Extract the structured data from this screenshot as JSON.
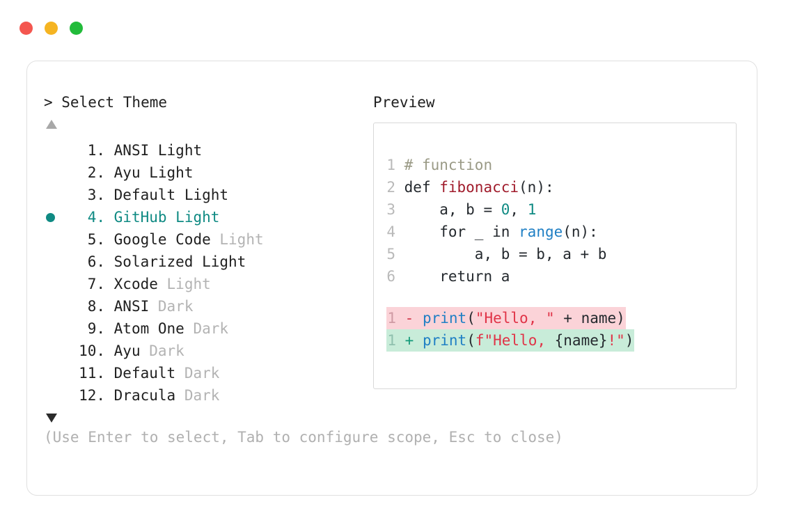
{
  "window": {
    "traffic_lights": [
      {
        "name": "close",
        "color": "#f4564f"
      },
      {
        "name": "minimize",
        "color": "#f5b422"
      },
      {
        "name": "maximize",
        "color": "#22bb3a"
      }
    ]
  },
  "left_panel": {
    "heading": "> Select Theme",
    "scroll_up_icon": "triangle-up-icon",
    "scroll_down_icon": "triangle-down-icon",
    "selected_index": 4,
    "accent_color": "#0f8a83",
    "items": [
      {
        "index": "1.",
        "name": "ANSI",
        "suffix": "Light",
        "suffix_dim": false,
        "selected": false
      },
      {
        "index": "2.",
        "name": "Ayu",
        "suffix": "Light",
        "suffix_dim": false,
        "selected": false
      },
      {
        "index": "3.",
        "name": "Default",
        "suffix": "Light",
        "suffix_dim": false,
        "selected": false
      },
      {
        "index": "4.",
        "name": "GitHub",
        "suffix": "Light",
        "suffix_dim": false,
        "selected": true
      },
      {
        "index": "5.",
        "name": "Google Code",
        "suffix": "Light",
        "suffix_dim": true,
        "selected": false
      },
      {
        "index": "6.",
        "name": "Solarized",
        "suffix": "Light",
        "suffix_dim": false,
        "selected": false
      },
      {
        "index": "7.",
        "name": "Xcode",
        "suffix": "Light",
        "suffix_dim": true,
        "selected": false
      },
      {
        "index": "8.",
        "name": "ANSI",
        "suffix": "Dark",
        "suffix_dim": true,
        "selected": false
      },
      {
        "index": "9.",
        "name": "Atom One",
        "suffix": "Dark",
        "suffix_dim": true,
        "selected": false
      },
      {
        "index": "10.",
        "name": "Ayu",
        "suffix": "Dark",
        "suffix_dim": true,
        "selected": false
      },
      {
        "index": "11.",
        "name": "Default",
        "suffix": "Dark",
        "suffix_dim": true,
        "selected": false
      },
      {
        "index": "12.",
        "name": "Dracula",
        "suffix": "Dark",
        "suffix_dim": true,
        "selected": false
      }
    ]
  },
  "hint": "(Use Enter to select, Tab to configure scope, Esc to close)",
  "right_panel": {
    "heading": "Preview",
    "code": {
      "line_numbers": [
        "1",
        "2",
        "3",
        "4",
        "5",
        "6"
      ],
      "lines": [
        {
          "n": "1",
          "tokens": [
            {
              "t": "# function",
              "c": "comment"
            }
          ]
        },
        {
          "n": "2",
          "tokens": [
            {
              "t": "def ",
              "c": "kw"
            },
            {
              "t": "fibonacci",
              "c": "fnname"
            },
            {
              "t": "(n):",
              "c": "plain"
            }
          ]
        },
        {
          "n": "3",
          "tokens": [
            {
              "t": "    a, b = ",
              "c": "plain"
            },
            {
              "t": "0",
              "c": "num"
            },
            {
              "t": ", ",
              "c": "plain"
            },
            {
              "t": "1",
              "c": "num"
            }
          ]
        },
        {
          "n": "4",
          "tokens": [
            {
              "t": "    for _ in ",
              "c": "plain"
            },
            {
              "t": "range",
              "c": "builtin"
            },
            {
              "t": "(n):",
              "c": "plain"
            }
          ]
        },
        {
          "n": "5",
          "tokens": [
            {
              "t": "        a, b = b, a + b",
              "c": "plain"
            }
          ]
        },
        {
          "n": "6",
          "tokens": [
            {
              "t": "    return a",
              "c": "plain"
            }
          ]
        }
      ]
    },
    "diff": {
      "removed": {
        "n": "1",
        "sign": "-",
        "bg": "#fbd3d8",
        "tokens": [
          {
            "t": "print",
            "c": "fn-blue"
          },
          {
            "t": "(",
            "c": "plain"
          },
          {
            "t": "\"Hello, \"",
            "c": "str"
          },
          {
            "t": " + name)",
            "c": "plain"
          }
        ]
      },
      "added": {
        "n": "1",
        "sign": "+",
        "bg": "#c8ecd9",
        "tokens": [
          {
            "t": "print",
            "c": "fn-blue"
          },
          {
            "t": "(",
            "c": "plain"
          },
          {
            "t": "f\"Hello, ",
            "c": "str"
          },
          {
            "t": "{name}",
            "c": "plain"
          },
          {
            "t": "!\"",
            "c": "str"
          },
          {
            "t": ")",
            "c": "plain"
          }
        ]
      }
    }
  }
}
